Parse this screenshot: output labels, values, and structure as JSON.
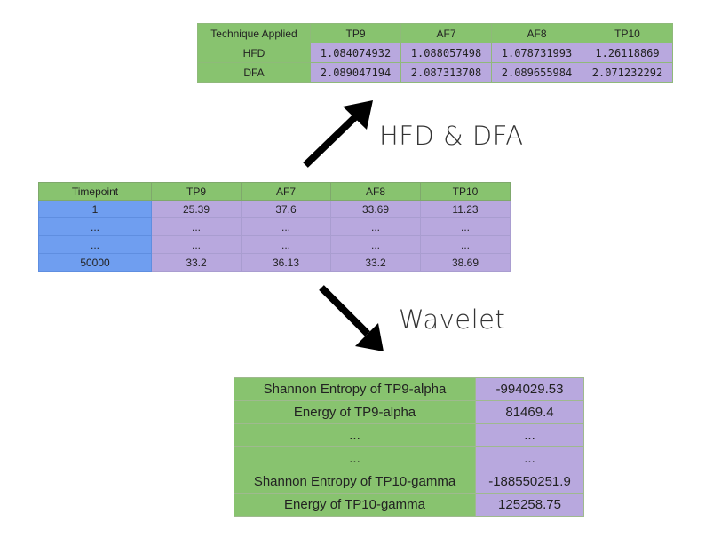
{
  "top_table": {
    "header": [
      "Technique Applied",
      "TP9",
      "AF7",
      "AF8",
      "TP10"
    ],
    "rows": [
      [
        "HFD",
        "1.084074932",
        "1.088057498",
        "1.078731993",
        "1.26118869"
      ],
      [
        "DFA",
        "2.089047194",
        "2.087313708",
        "2.089655984",
        "2.071232292"
      ]
    ]
  },
  "middle_table": {
    "header": [
      "Timepoint",
      "TP9",
      "AF7",
      "AF8",
      "TP10"
    ],
    "rows": [
      [
        "1",
        "25.39",
        "37.6",
        "33.69",
        "11.23"
      ],
      [
        "...",
        "...",
        "...",
        "...",
        "..."
      ],
      [
        "...",
        "...",
        "...",
        "...",
        "..."
      ],
      [
        "50000",
        "33.2",
        "36.13",
        "33.2",
        "38.69"
      ]
    ]
  },
  "bottom_table": {
    "rows": [
      [
        "Shannon Entropy of TP9-alpha",
        "-994029.53"
      ],
      [
        "Energy of TP9-alpha",
        "81469.4"
      ],
      [
        "...",
        "..."
      ],
      [
        "...",
        "..."
      ],
      [
        "Shannon Entropy of TP10-gamma",
        "-188550251.9"
      ],
      [
        "Energy of TP10-gamma",
        "125258.75"
      ]
    ]
  },
  "captions": {
    "hfd_dfa": "HFD & DFA",
    "wavelet": "Wavelet"
  },
  "colors": {
    "green": "#88c36f",
    "purple": "#b8a8de",
    "blue": "#6f9ef0",
    "arrow": "#000000"
  }
}
